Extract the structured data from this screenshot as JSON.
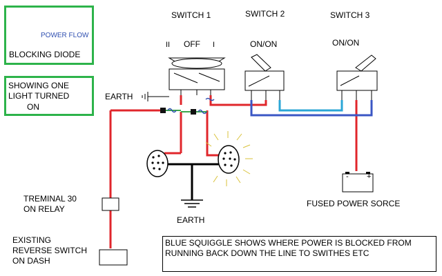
{
  "labels": {
    "switch1": "SWITCH 1",
    "switch2": "SWITCH 2",
    "switch3": "SWITCH 3",
    "sw1_left": "II",
    "sw1_off": "OFF",
    "sw1_right": "I",
    "sw2_state": "ON/ON",
    "sw3_state": "ON/ON",
    "earth_top": "EARTH",
    "earth_bottom": "EARTH",
    "fused_power": "FUSED POWER SORCE",
    "terminal_line1": "TREMINAL 30",
    "terminal_line2": "ON RELAY",
    "existing_line1": "EXISTING",
    "existing_line2": "REVERSE SWITCH",
    "existing_line3": "ON DASH",
    "battery_minus": "-",
    "battery_plus": "+"
  },
  "legend": {
    "power_flow": "POWER FLOW",
    "blocking_diode": "BLOCKING DIODE",
    "showing_line1": "SHOWING ONE",
    "showing_line2": "LIGHT TURNED",
    "showing_line3": "ON"
  },
  "note": {
    "line1": "BLUE SQUIGGLE SHOWS WHERE POWER IS BLOCKED FROM",
    "line2": "RUNNING BACK DOWN THE LINE TO SWITHES ETC"
  },
  "colors": {
    "wire_positive": "#e0262b",
    "wire_blue": "#3a56c4",
    "wire_cyan": "#2aa6d6",
    "wire_green": "#3aa64a",
    "legend_border": "#2db34a"
  }
}
